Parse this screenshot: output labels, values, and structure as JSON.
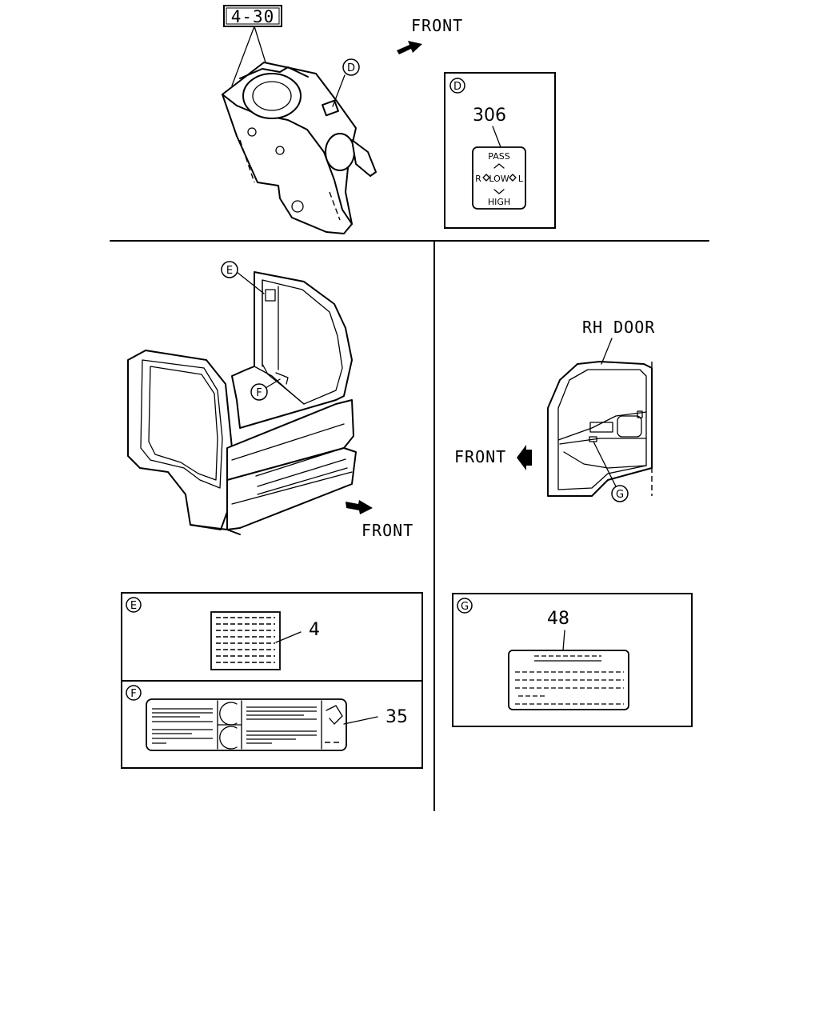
{
  "callouts": {
    "ref_box": "4-30",
    "detail_d": "D",
    "detail_e": "E",
    "detail_f": "F",
    "detail_g": "G"
  },
  "directions": {
    "front_top": "FRONT",
    "front_middle": "FRONT",
    "front_right": "FRONT"
  },
  "labels": {
    "rh_door": "RH DOOR"
  },
  "parts": {
    "switch_label": "306",
    "label_e": "4",
    "label_f": "35",
    "label_g": "48"
  },
  "switch_legend": {
    "pass": "PASS",
    "lo": "LOW",
    "high": "HIGH",
    "r": "R",
    "l": "L"
  }
}
